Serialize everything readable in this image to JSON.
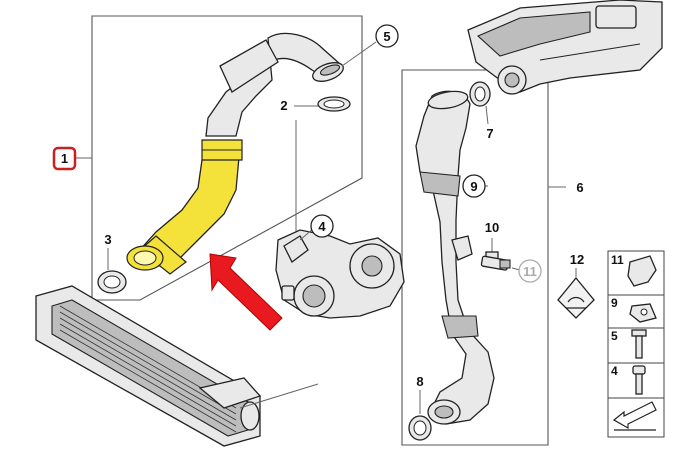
{
  "callouts": {
    "c1": "1",
    "c2": "2",
    "c3": "3",
    "c4": "4",
    "c5": "5",
    "c6": "6",
    "c7": "7",
    "c8": "8",
    "c9": "9",
    "c10": "10",
    "c11": "11",
    "c12": "12"
  },
  "legend": {
    "items": [
      {
        "num": "11",
        "icon": "bracket-clip-icon"
      },
      {
        "num": "9",
        "icon": "clip-nut-icon"
      },
      {
        "num": "5",
        "icon": "hex-bolt-icon"
      },
      {
        "num": "4",
        "icon": "screw-icon"
      },
      {
        "num": "",
        "icon": "arrow-down-left-icon"
      }
    ]
  },
  "colors": {
    "highlight_part": "#f4e23a",
    "highlight_callout": "#cc1f1f",
    "arrow": "#e8191f"
  }
}
